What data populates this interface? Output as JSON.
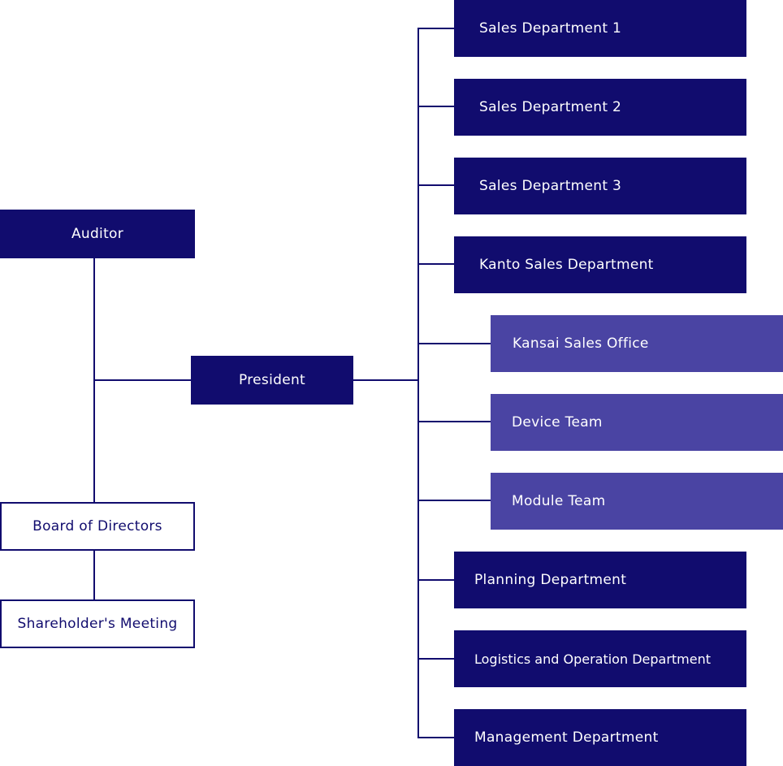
{
  "colors": {
    "primary": "#110c6e",
    "secondary": "#4a44a3",
    "background": "#ffffff"
  },
  "left": {
    "auditor": "Auditor",
    "president": "President",
    "board": "Board of Directors",
    "shareholders": "Shareholder's Meeting"
  },
  "departments": [
    {
      "label": "Sales Department 1"
    },
    {
      "label": "Sales Department 2"
    },
    {
      "label": "Sales Department 3"
    },
    {
      "label": "Kanto Sales Department"
    },
    {
      "label": "Kansai Sales Office"
    },
    {
      "label": "Device Team"
    },
    {
      "label": "Module Team"
    },
    {
      "label": "Planning Department"
    },
    {
      "label": "Logistics and Operation Department"
    },
    {
      "label": "Management Department"
    }
  ]
}
